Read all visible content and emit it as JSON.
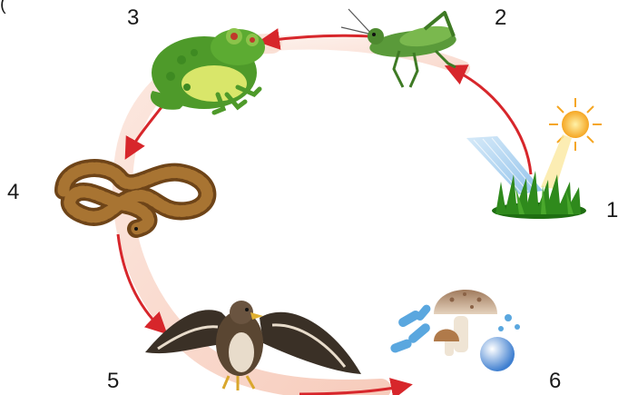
{
  "header_fragment": "(",
  "labels": {
    "one": "1",
    "two": "2",
    "three": "3",
    "four": "4",
    "five": "5",
    "six": "6"
  },
  "colors": {
    "ring": "#f6c9b8",
    "arrow": "#d7262b",
    "frog": "#4e9a2a",
    "grasshopper": "#5a9a3a",
    "snake": "#8a5a22",
    "hawk": "#3a3026",
    "grass": "#2f8a1c",
    "sun": "#f5a623",
    "rain": "#8ec5ee",
    "mushroom": "#c8a68a",
    "bacteria": "#5aa7df"
  }
}
